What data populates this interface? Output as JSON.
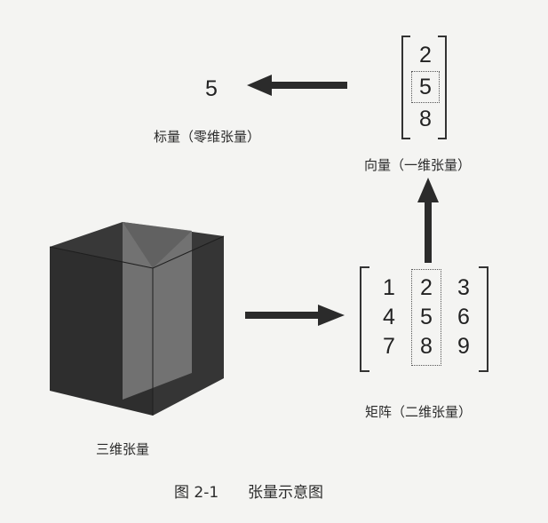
{
  "scalar": {
    "value": "5",
    "label": "标量（零维张量）"
  },
  "vector": {
    "values": [
      "2",
      "5",
      "8"
    ],
    "label": "向量（一维张量）"
  },
  "matrix": {
    "rows": [
      [
        "1",
        "2",
        "3"
      ],
      [
        "4",
        "5",
        "6"
      ],
      [
        "7",
        "8",
        "9"
      ]
    ],
    "label": "矩阵（二维张量）"
  },
  "tensor3d": {
    "label": "三维张量"
  },
  "figure": {
    "number": "图 2-1",
    "title": "张量示意图"
  },
  "colors": {
    "arrow": "#2b2b2b",
    "cube_dark": "#3a3a3a",
    "cube_light": "#7d7d7d",
    "background": "#f4f4f2"
  }
}
